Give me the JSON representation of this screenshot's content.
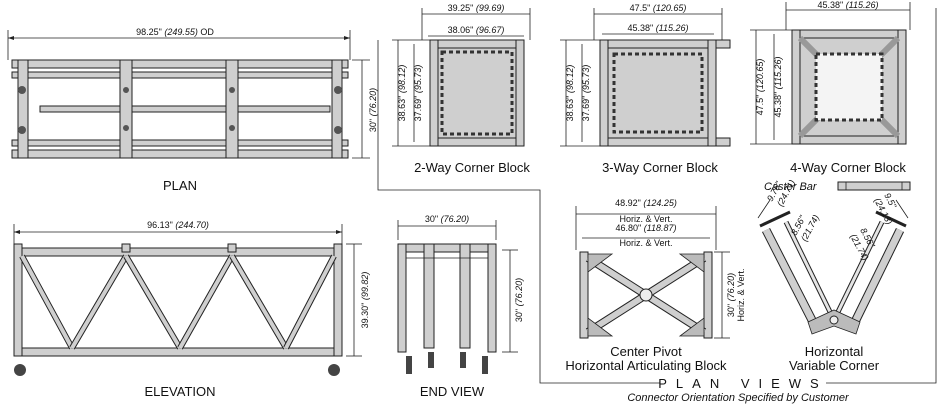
{
  "plan": {
    "label": "PLAN",
    "length_dim": "98.25\"",
    "length_dim_metric": "(249.55)",
    "length_suffix": "OD",
    "height_dim": "30\"",
    "height_dim_metric": "(76.20)"
  },
  "elevation": {
    "label": "ELEVATION",
    "length_dim": "96.13\"",
    "length_dim_metric": "(244.70)",
    "height_dim": "39.30\"",
    "height_dim_metric": "(99.82)"
  },
  "end_view": {
    "label": "END VIEW",
    "width_dim": "30\"",
    "width_dim_metric": "(76.20)",
    "height_dim": "30\"",
    "height_dim_metric": "(76.20)"
  },
  "two_way": {
    "label": "2-Way Corner Block",
    "top_outer": "39.25\"",
    "top_outer_metric": "(99.69)",
    "top_inner": "38.06\"",
    "top_inner_metric": "(96.67)",
    "side_outer": "38.63\"",
    "side_outer_metric": "(98.12)",
    "side_inner": "37.69\"",
    "side_inner_metric": "(95.73)"
  },
  "three_way": {
    "label": "3-Way Corner Block",
    "top_outer": "47.5\"",
    "top_outer_metric": "(120.65)",
    "top_inner": "45.38\"",
    "top_inner_metric": "(115.26)",
    "side_outer": "38.63\"",
    "side_outer_metric": "(98.12)",
    "side_inner": "37.69\"",
    "side_inner_metric": "(95.73)"
  },
  "four_way": {
    "label": "4-Way Corner Block",
    "top_inner": "45.38\"",
    "top_inner_metric": "(115.26)",
    "side_outer": "47.5\"",
    "side_outer_metric": "(120.65)",
    "side_inner": "45.38\"",
    "side_inner_metric": "(115.26)"
  },
  "caster_bar": {
    "label": "Caster Bar"
  },
  "center_pivot": {
    "label_line1": "Center Pivot",
    "label_line2": "Horizontal Articulating Block",
    "outer_dim": "48.92\"",
    "outer_dim_metric": "(124.25)",
    "outer_sub": "Horiz. & Vert.",
    "inner_dim": "46.80\"",
    "inner_dim_metric": "(118.87)",
    "inner_sub": "Horiz. & Vert.",
    "height_dim": "30\"",
    "height_dim_metric": "(76.20)",
    "height_sub": "Horiz. & Vert."
  },
  "variable_corner": {
    "label_line1": "Horizontal",
    "label_line2": "Variable Corner",
    "left_a": "9.75\"",
    "left_a_metric": "(24.71)",
    "left_b": "8.56\"",
    "left_b_metric": "(21.74)",
    "right_a": "9.5\"",
    "right_a_metric": "(24.13)",
    "right_b": "8.56\"",
    "right_b_metric": "(21.74)"
  },
  "plan_views": {
    "title": "PLAN VIEWS",
    "note": "Connector Orientation Specified by Customer"
  }
}
